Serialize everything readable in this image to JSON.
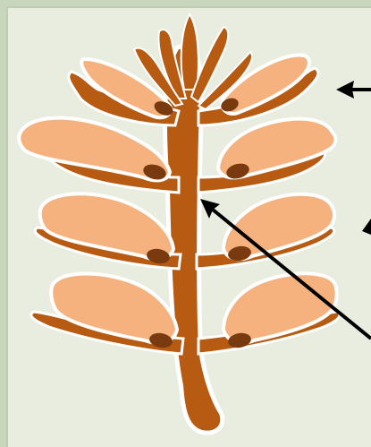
{
  "figure": {
    "subject": "pine-cone-cross-section",
    "colors": {
      "background": "#e9ede0",
      "frame": "#c8d6bd",
      "axis_scale": "#b75a12",
      "seed_wing": "#f6b27e",
      "seed": "#7a3a10",
      "outline": "#ffffff",
      "arrow": "#000000"
    },
    "arrows": [
      {
        "name": "arrow-scale",
        "points_to": "cone-scale"
      },
      {
        "name": "arrow-axis",
        "points_to": "cone-axis"
      }
    ]
  }
}
